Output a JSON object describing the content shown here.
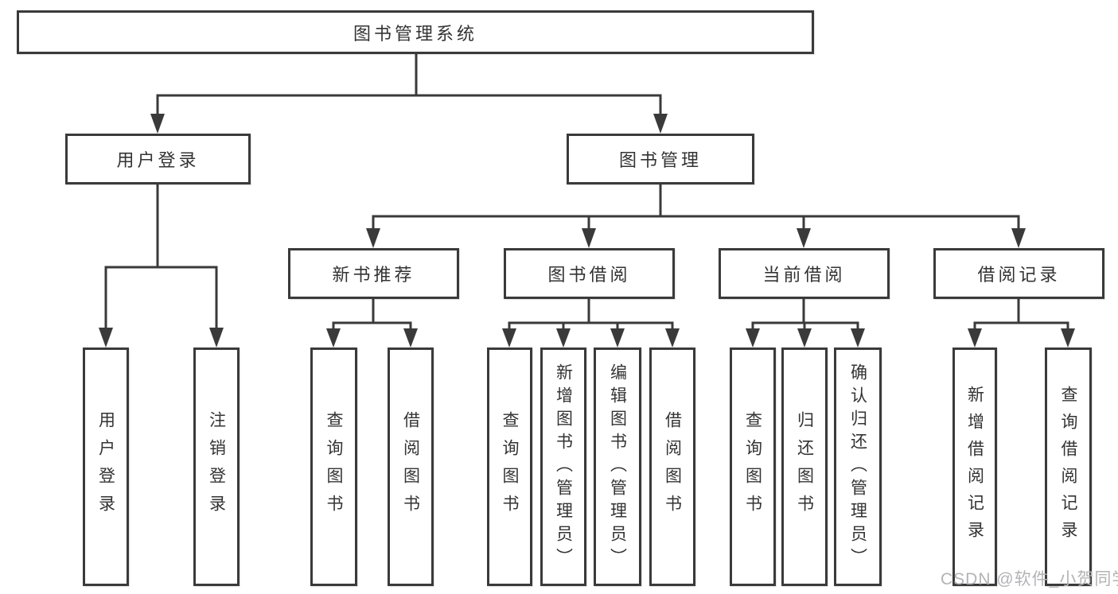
{
  "diagram": {
    "type": "hierarchy-tree",
    "root": {
      "label": "图书管理系统",
      "children": [
        {
          "label": "用户登录",
          "children": [
            {
              "label": "用户登录"
            },
            {
              "label": "注销登录"
            }
          ]
        },
        {
          "label": "图书管理",
          "children": [
            {
              "label": "新书推荐",
              "children": [
                {
                  "label": "查询图书"
                },
                {
                  "label": "借阅图书"
                }
              ]
            },
            {
              "label": "图书借阅",
              "children": [
                {
                  "label": "查询图书"
                },
                {
                  "label": "新增图书（管理员）"
                },
                {
                  "label": "编辑图书（管理员）"
                },
                {
                  "label": "借阅图书"
                }
              ]
            },
            {
              "label": "当前借阅",
              "children": [
                {
                  "label": "查询图书"
                },
                {
                  "label": "归还图书"
                },
                {
                  "label": "确认归还（管理员）"
                }
              ]
            },
            {
              "label": "借阅记录",
              "children": [
                {
                  "label": "新增借阅记录"
                },
                {
                  "label": "查询借阅记录"
                }
              ]
            }
          ]
        }
      ]
    },
    "watermark": "CSDN @软件_小贺同学",
    "colors": {
      "line": "#3a3a3a",
      "text": "#333333",
      "watermark": "#b3b3b6",
      "background": "#ffffff"
    }
  }
}
